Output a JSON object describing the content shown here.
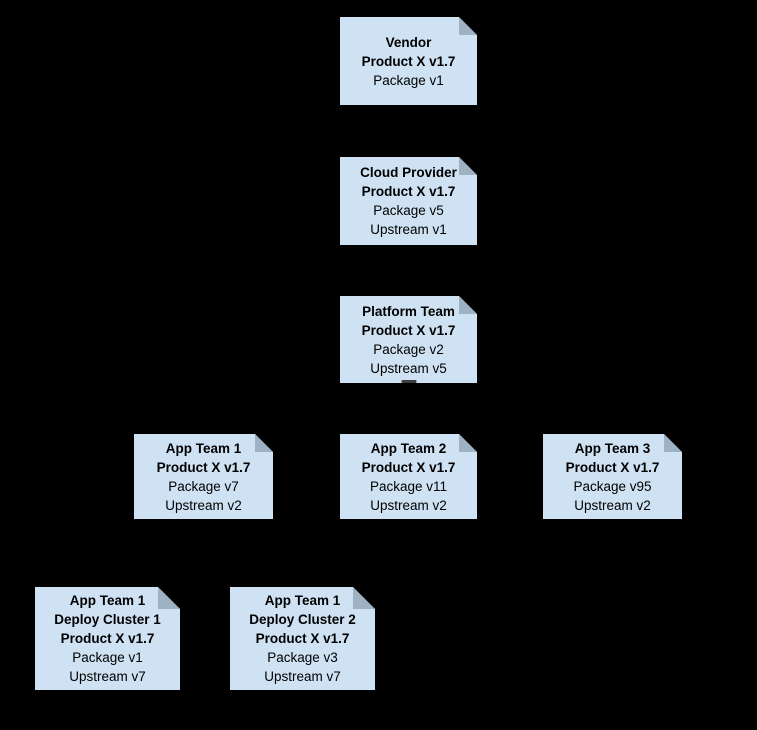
{
  "diagram": {
    "background_color": "#000000",
    "node_fill_color": "#cfe2f3",
    "node_fold_color": "#9fb2c4",
    "node_text_color": "#000000",
    "node_shape": "note-with-folded-corner",
    "nodes": {
      "vendor": {
        "line1": "Vendor",
        "line2": "Product X v1.7",
        "line3": "Package v1"
      },
      "cloud_provider": {
        "line1": "Cloud Provider",
        "line2": "Product X v1.7",
        "line3": "Package v5",
        "line4": "Upstream v1"
      },
      "platform_team": {
        "line1": "Platform Team",
        "line2": "Product X v1.7",
        "line3": "Package v2",
        "line4": "Upstream v5"
      },
      "app_team_1": {
        "line1": "App Team 1",
        "line2": "Product X v1.7",
        "line3": "Package v7",
        "line4": "Upstream v2"
      },
      "app_team_2": {
        "line1": "App Team 2",
        "line2": "Product X v1.7",
        "line3": "Package v11",
        "line4": "Upstream v2"
      },
      "app_team_3": {
        "line1": "App Team 3",
        "line2": "Product X v1.7",
        "line3": "Package v95",
        "line4": "Upstream v2"
      },
      "deploy_cluster_1": {
        "line1": "App Team 1",
        "line2": "Deploy Cluster 1",
        "line3": "Product X v1.7",
        "line4": "Package v1",
        "line5": "Upstream v7"
      },
      "deploy_cluster_2": {
        "line1": "App Team 1",
        "line2": "Deploy Cluster 2",
        "line3": "Product X v1.7",
        "line4": "Package v3",
        "line5": "Upstream v7"
      }
    }
  }
}
